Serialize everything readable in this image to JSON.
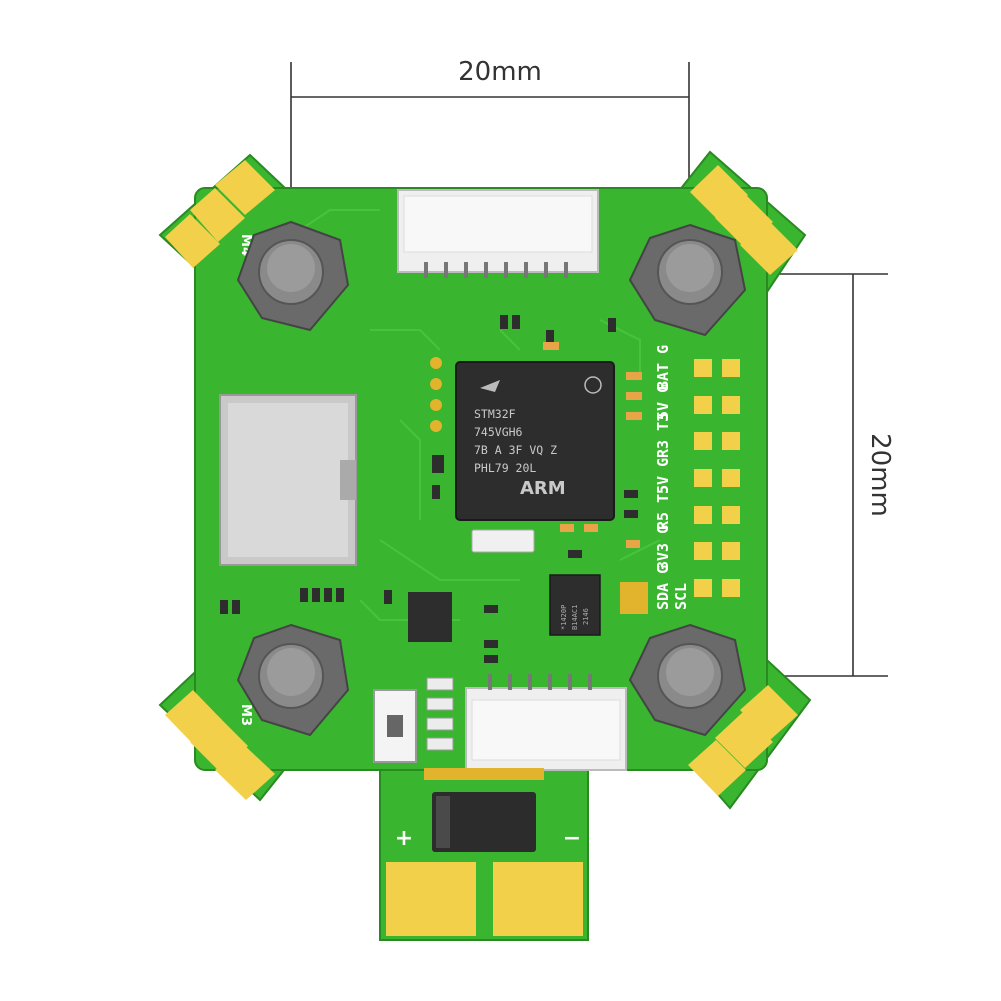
{
  "dimensions": {
    "horizontal": "20mm",
    "vertical": "20mm"
  },
  "mcu": {
    "line1": "STM32F",
    "line2": "745VGH6",
    "line3": "7B A 3F VQ Z",
    "line4": "PHL79 20L",
    "arm": "ARM"
  },
  "pad_labels": {
    "row1": "BAT  G",
    "row2": "5V  G",
    "row3": "R3  T3",
    "row4": "5V  G",
    "row5": "R5  T5",
    "row6": "3V3  G",
    "row7": "SDA  G",
    "row8": "SCL"
  },
  "motors": {
    "top_left": "M4",
    "bottom_left": "M3"
  },
  "imu": {
    "line1": "*1420P",
    "line2": "B14AC1",
    "line3": "2146"
  },
  "power": {
    "plus": "+",
    "minus": "−"
  },
  "colors": {
    "pcb": "#39b52f",
    "pcb_dark": "#2a8a22",
    "pad_gold": "#f2d04a",
    "background": "#ffffff"
  }
}
